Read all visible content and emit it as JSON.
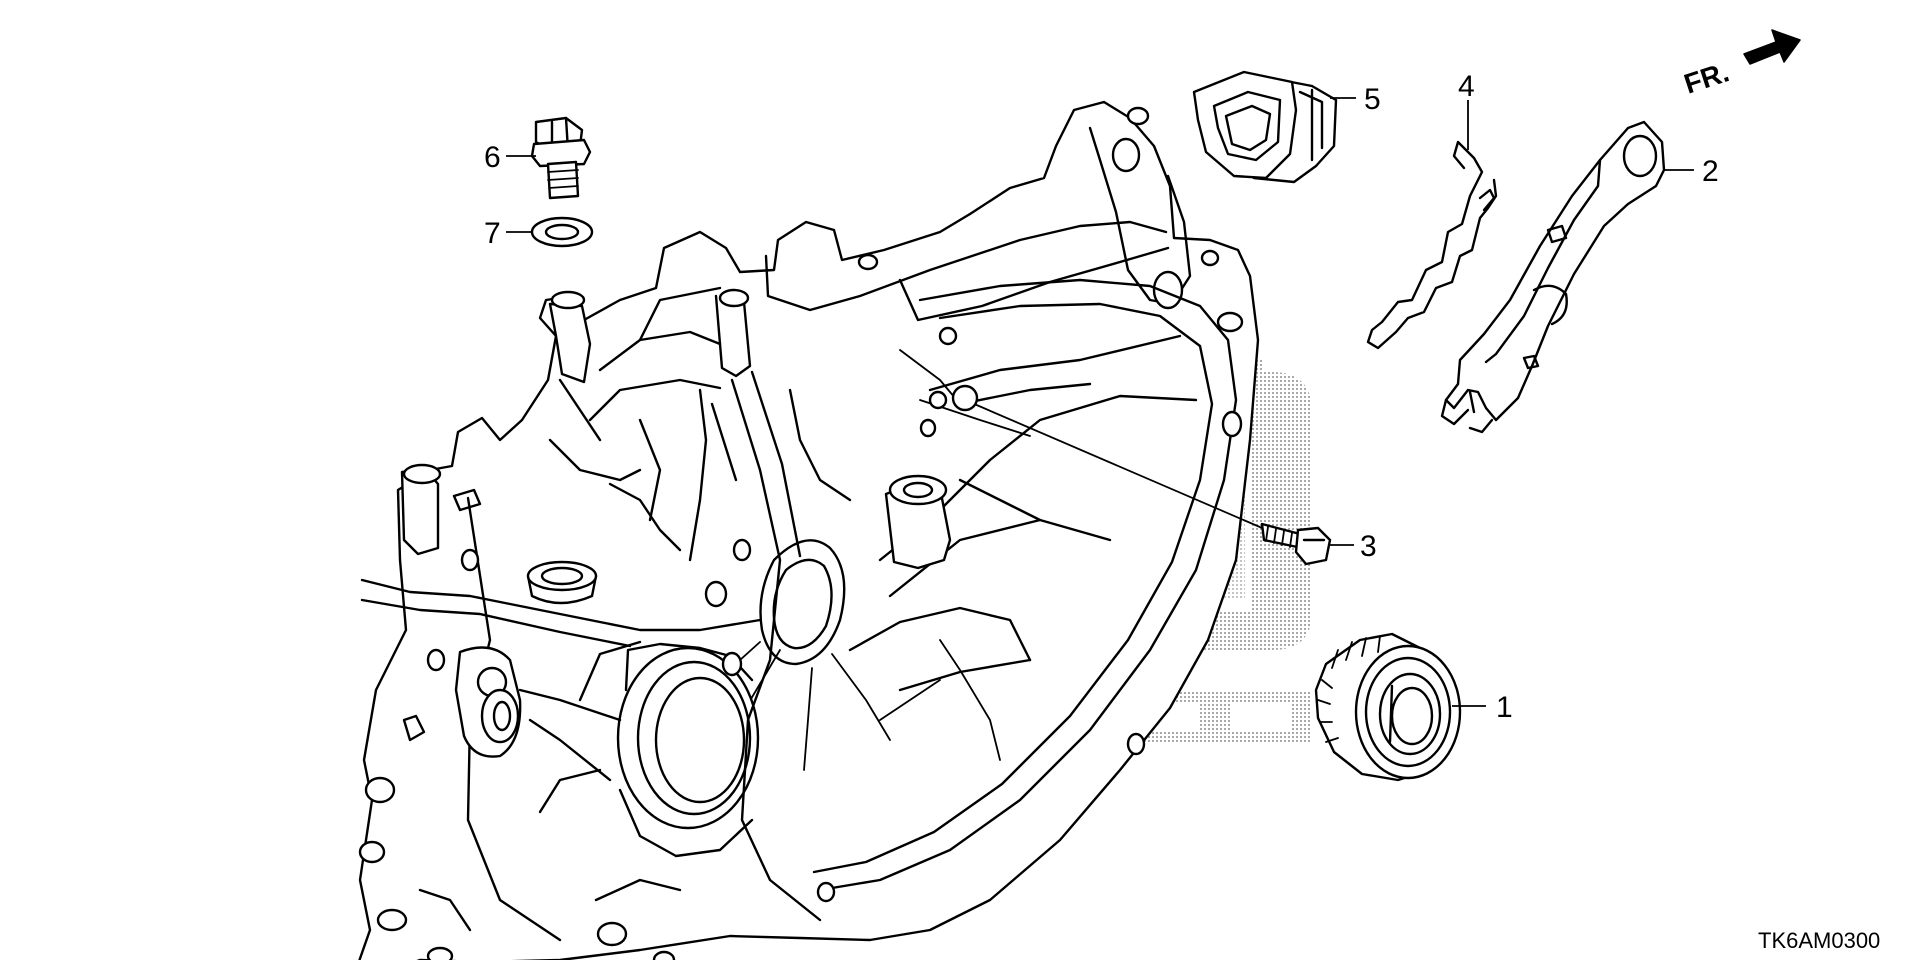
{
  "diagram": {
    "callouts": [
      {
        "id": "1",
        "label": "1",
        "part": "release-bearing"
      },
      {
        "id": "2",
        "label": "2",
        "part": "release-fork"
      },
      {
        "id": "3",
        "label": "3",
        "part": "fork-bolt"
      },
      {
        "id": "4",
        "label": "4",
        "part": "spring-clip"
      },
      {
        "id": "5",
        "label": "5",
        "part": "boot"
      },
      {
        "id": "6",
        "label": "6",
        "part": "drain-bolt"
      },
      {
        "id": "7",
        "label": "7",
        "part": "washer"
      }
    ],
    "direction_label": "FR.",
    "diagram_code": "TK6AM0300",
    "watermark_color": "#b0b0b0",
    "line_color": "#000000"
  }
}
